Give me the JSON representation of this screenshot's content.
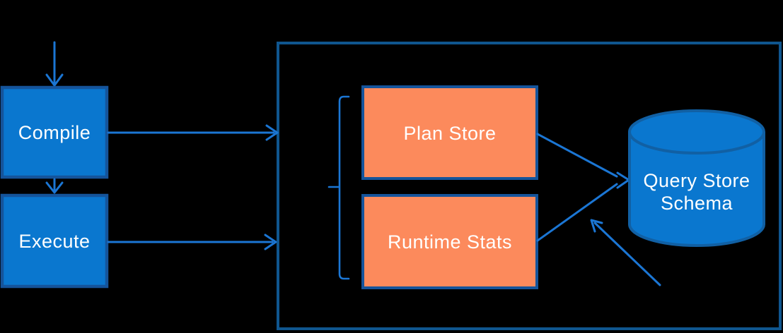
{
  "diagram": {
    "type": "flow-diagram",
    "nodes": {
      "compile": {
        "label": "Compile",
        "shape": "rectangle",
        "fill": "blue"
      },
      "execute": {
        "label": "Execute",
        "shape": "rectangle",
        "fill": "blue"
      },
      "plan_store": {
        "label": "Plan Store",
        "shape": "rectangle",
        "fill": "orange"
      },
      "runtime_stats": {
        "label": "Runtime Stats",
        "shape": "rectangle",
        "fill": "orange"
      },
      "query_store_schema": {
        "label": "Query Store Schema",
        "lines": [
          "Query Store",
          "Schema"
        ],
        "shape": "database-cylinder",
        "fill": "blue"
      },
      "container": {
        "label": "",
        "shape": "outlined-rectangle",
        "fill": "none"
      }
    },
    "edges": [
      {
        "from": "offscreen-top",
        "to": "compile",
        "style": "arrow-down"
      },
      {
        "from": "compile",
        "to": "execute",
        "style": "arrow-down"
      },
      {
        "from": "compile",
        "to": "container",
        "style": "arrow-right"
      },
      {
        "from": "execute",
        "to": "container",
        "style": "arrow-right"
      },
      {
        "from": "plan_store",
        "to": "query_store_schema",
        "style": "arrow-converging"
      },
      {
        "from": "runtime_stats",
        "to": "query_store_schema",
        "style": "arrow-converging"
      },
      {
        "from": "offscreen-bottom-right",
        "to": "query_store_schema",
        "style": "arrow-diagonal-up-left"
      }
    ],
    "annotations": [
      {
        "name": "brace",
        "style": "left-curly-brace",
        "groups": [
          "plan_store",
          "runtime_stats"
        ]
      }
    ]
  },
  "colors": {
    "background": "#000000",
    "box_fill_blue": "#0a77cf",
    "box_fill_orange": "#fc8a5c",
    "box_border": "#15549b",
    "container_border": "#0f568f",
    "cylinder_border": "#1160a4",
    "arrow": "#1b76d4",
    "text": "#ffffff"
  }
}
